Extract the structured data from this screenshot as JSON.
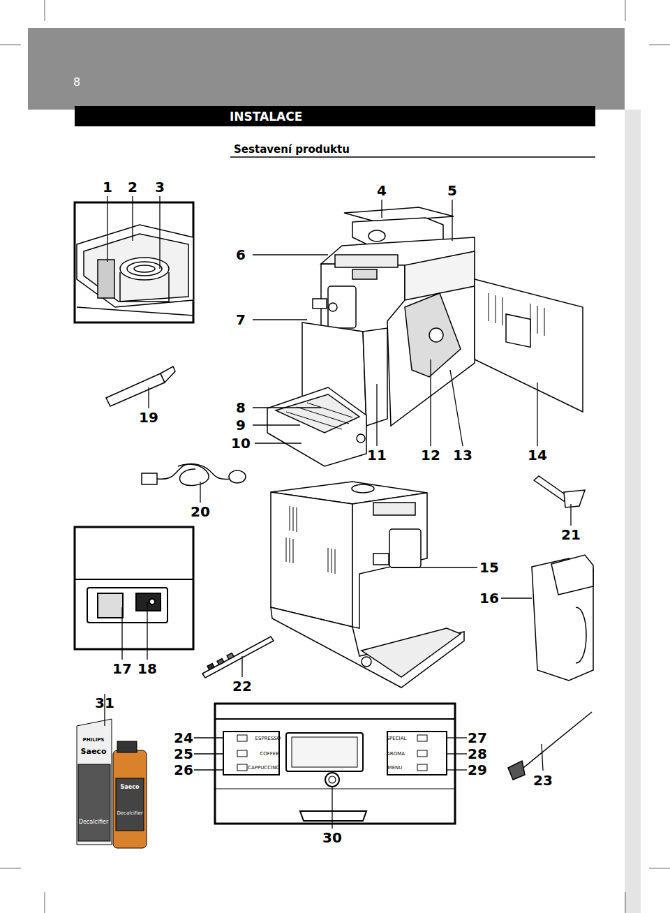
{
  "diagram": {
    "title": "Sestavení produktu",
    "nodes": [
      {
        "text": [
          "INSTALACE"
        ]
      }
    ],
    "edges": [],
    "labels": [
      "8",
      "1",
      "2",
      "3",
      "4",
      "5",
      "6",
      "7",
      "19",
      "8",
      "9",
      "10",
      "11",
      "12",
      "13",
      "14",
      "20",
      "21",
      "15",
      "16",
      "17",
      "18",
      "22",
      "31",
      "24",
      "25",
      "26",
      "27",
      "28",
      "29",
      "23",
      "30",
      "ESPRESSO",
      "COFFEE",
      "CAPPUCCINO",
      "SPECIAL",
      "AROMA",
      "MENU",
      "PHILIPS",
      "Saeco",
      "Decalcifier",
      "Saeco",
      "Decalcifier"
    ]
  }
}
